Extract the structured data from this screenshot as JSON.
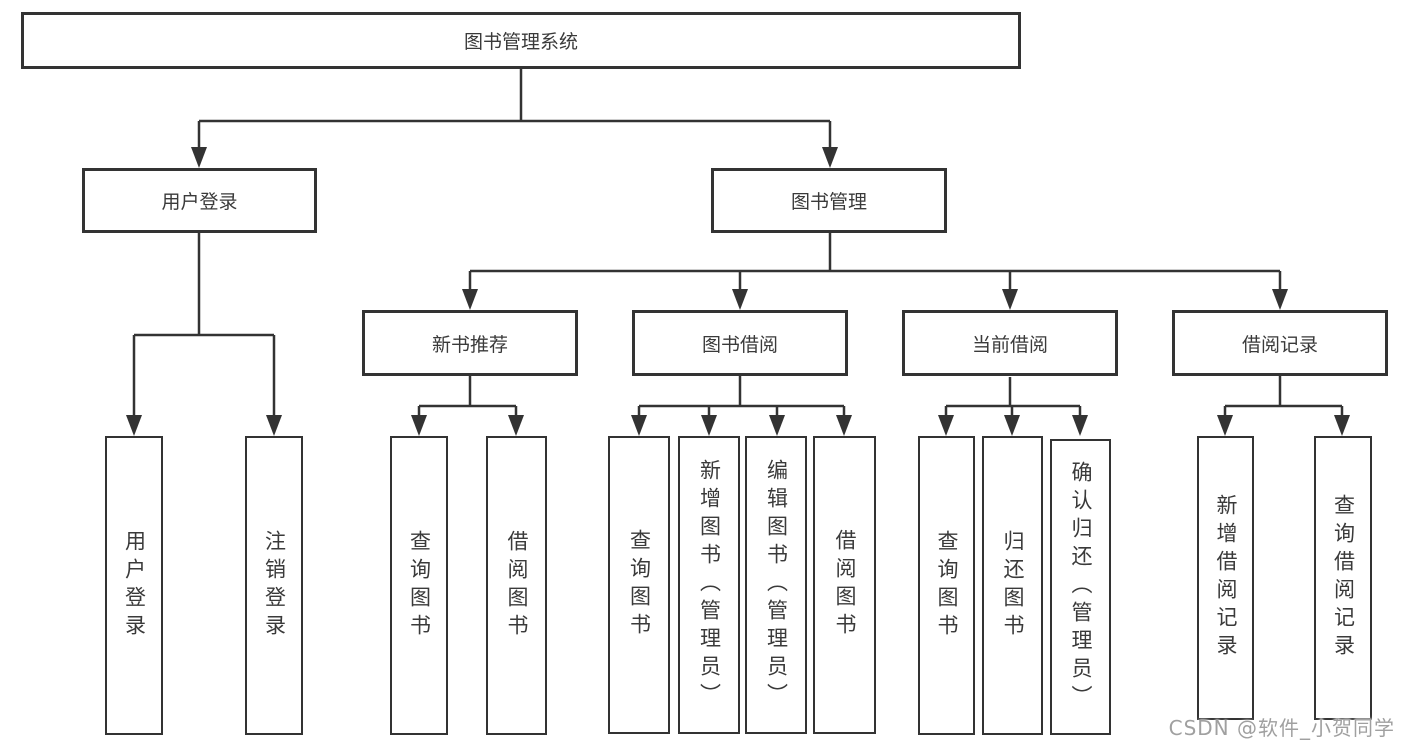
{
  "title": "图书管理系统",
  "watermark": "CSDN @软件_小贺同学",
  "colors": {
    "line": "#333333",
    "box_border": "#333333",
    "box_fill": "#ffffff",
    "text": "#3a3a3a",
    "watermark_text": "#a0a0a0",
    "background": "#ffffff"
  },
  "nodes": {
    "root": {
      "label": "图书管理系统"
    },
    "userLogin": {
      "label": "用户登录"
    },
    "bookMgmt": {
      "label": "图书管理"
    },
    "newBookRec": {
      "label": "新书推荐"
    },
    "bookBorrow": {
      "label": "图书借阅"
    },
    "currentBorrow": {
      "label": "当前借阅"
    },
    "borrowRecord": {
      "label": "借阅记录"
    },
    "leafUserLogin": {
      "label": "用户登录"
    },
    "leafLogout": {
      "label": "注销登录"
    },
    "leafQueryBook1": {
      "label": "查询图书"
    },
    "leafBorrowBook1": {
      "label": "借阅图书"
    },
    "leafQueryBook2": {
      "label": "查询图书"
    },
    "leafAddBook": {
      "label": "新增图书（管理员）"
    },
    "leafEditBook": {
      "label": "编辑图书（管理员）"
    },
    "leafBorrowBook2": {
      "label": "借阅图书"
    },
    "leafQueryBook3": {
      "label": "查询图书"
    },
    "leafReturnBook": {
      "label": "归还图书"
    },
    "leafConfirmReturn": {
      "label": "确认归还（管理员）"
    },
    "leafAddRecord": {
      "label": "新增借阅记录"
    },
    "leafQueryRecord": {
      "label": "查询借阅记录"
    }
  },
  "hierarchy": {
    "图书管理系统": {
      "用户登录": [
        "用户登录",
        "注销登录"
      ],
      "图书管理": {
        "新书推荐": [
          "查询图书",
          "借阅图书"
        ],
        "图书借阅": [
          "查询图书",
          "新增图书（管理员）",
          "编辑图书（管理员）",
          "借阅图书"
        ],
        "当前借阅": [
          "查询图书",
          "归还图书",
          "确认归还（管理员）"
        ],
        "借阅记录": [
          "新增借阅记录",
          "查询借阅记录"
        ]
      }
    }
  }
}
